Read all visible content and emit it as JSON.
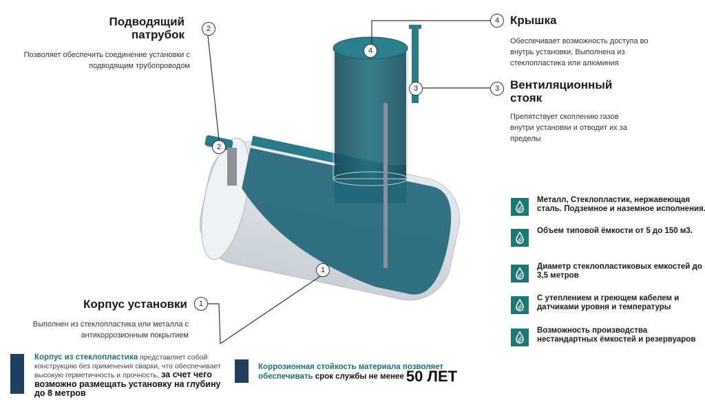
{
  "callouts": {
    "inlet": {
      "num": "2",
      "title_line1": "Подводящий",
      "title_line2": "патрубок",
      "desc_line1": "Позволяет обеспечить соединение установки с",
      "desc_line2": "подводящим трубопроводом"
    },
    "lid": {
      "num": "4",
      "title": "Крышка",
      "desc_line1": "Обеспечивает возможность доступа во",
      "desc_line2": "внутрь установки. Выполнена из",
      "desc_line3": "стеклопластика или алюминия"
    },
    "vent": {
      "num": "3",
      "title_line1": "Вентиляционный",
      "title_line2": "стояк",
      "desc_line1": "Препятствует скоплению газов",
      "desc_line2": "внутри установки и отводит их за",
      "desc_line3": "пределы"
    },
    "body": {
      "num": "1",
      "title": "Корпус установки",
      "desc_line1": "Выполнен из стеклопластика или металла с",
      "desc_line2": "антикоррозионным покрытием"
    }
  },
  "features": [
    {
      "icon": "water-drop-icon",
      "text": "Металл, Стеклопластик, нержавеющая сталь. Подземное и наземное исполнения."
    },
    {
      "icon": "water-drop-icon",
      "text": "Объем типовой ёмкости от 5 до 150 м3."
    },
    {
      "icon": "water-drop-icon",
      "text": "Диаметр стеклопластиковых емкостей до 3,5 метров"
    },
    {
      "icon": "water-drop-icon",
      "text": "С утеплением и греющем кабелем и датчиками уровня и температуры"
    },
    {
      "icon": "water-drop-icon",
      "text": "Возможность производства нестандартных ёмкостей и резервуаров"
    }
  ],
  "bottom_left": {
    "highlight": "Корпус из стеклопластика",
    "normal": " представляет собой конструкцию без применения сварки, что обеспечивает высокую герметичность и прочность,",
    "bold": " за счет чего возможно размещать установку  на глубину до 8 метров"
  },
  "bottom_right": {
    "highlight": "Коррозионная стойкость материала позволяет обеспечивать",
    "bold": " срок службы не менее ",
    "big": "50 ЛЕТ"
  },
  "colors": {
    "teal": "#1c7872",
    "navy": "#1e3f5e",
    "tank": "#1f6478"
  }
}
